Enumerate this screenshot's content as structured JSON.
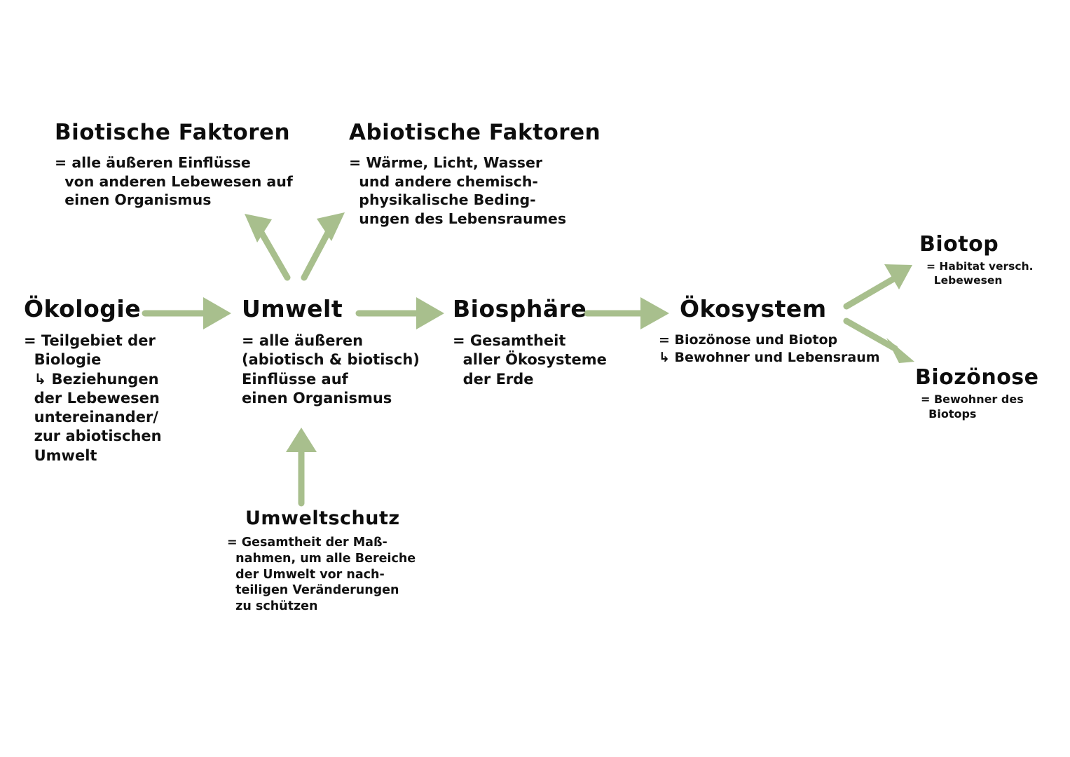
{
  "page": {
    "background_color": "#ffffff",
    "ink_color": "#0d0d0d",
    "arrow_color": "#a8bf8d",
    "title": "Ökologie Mindmap"
  },
  "nodes": {
    "biotische_faktoren": {
      "title": "Biotische Faktoren",
      "body": "= alle äußeren Einflüsse\n  von anderen Lebewesen auf\n  einen Organismus"
    },
    "abiotische_faktoren": {
      "title": "Abiotische Faktoren",
      "body": "= Wärme, Licht, Wasser\n  und andere chemisch-\n  physikalische Beding-\n  ungen des Lebensraumes"
    },
    "oekologie": {
      "title": "Ökologie",
      "body": "= Teilgebiet der\n  Biologie\n  ↳ Beziehungen\n  der Lebewesen\n  untereinander/\n  zur abiotischen\n  Umwelt"
    },
    "umwelt": {
      "title": "Umwelt",
      "body": "= alle äußeren\n(abiotisch & biotisch)\nEinflüsse auf\neinen Organismus"
    },
    "biosphaere": {
      "title": "Biosphäre",
      "body": "= Gesamtheit\n  aller Ökosysteme\n  der Erde"
    },
    "oekosystem": {
      "title": "Ökosystem",
      "body": "= Biozönose und Biotop\n↳ Bewohner und Lebensraum"
    },
    "biotop": {
      "title": "Biotop",
      "body": "= Habitat versch.\n  Lebewesen"
    },
    "biozoenose": {
      "title": "Biozönose",
      "body": "= Bewohner des\n  Biotops"
    },
    "umweltschutz": {
      "title": "Umweltschutz",
      "body": "= Gesamtheit der Maß-\n  nahmen, um alle Bereiche\n  der Umwelt vor nach-\n  teiligen Veränderungen\n  zu schützen"
    }
  },
  "arrows": [
    {
      "name": "arrow-oekologie-to-umwelt",
      "from": "Ökologie",
      "to": "Umwelt"
    },
    {
      "name": "arrow-umwelt-to-biosphaere",
      "from": "Umwelt",
      "to": "Biosphäre"
    },
    {
      "name": "arrow-biosphaere-to-oekosystem",
      "from": "Biosphäre",
      "to": "Ökosystem"
    },
    {
      "name": "arrow-umwelt-to-biotische",
      "from": "Umwelt",
      "to": "Biotische Faktoren"
    },
    {
      "name": "arrow-umwelt-to-abiotische",
      "from": "Umwelt",
      "to": "Abiotische Faktoren"
    },
    {
      "name": "arrow-oekosystem-to-biotop",
      "from": "Ökosystem",
      "to": "Biotop"
    },
    {
      "name": "arrow-oekosystem-to-biozoenose",
      "from": "Ökosystem",
      "to": "Biozönose"
    },
    {
      "name": "arrow-umweltschutz-to-umwelt",
      "from": "Umweltschutz",
      "to": "Umwelt"
    }
  ]
}
